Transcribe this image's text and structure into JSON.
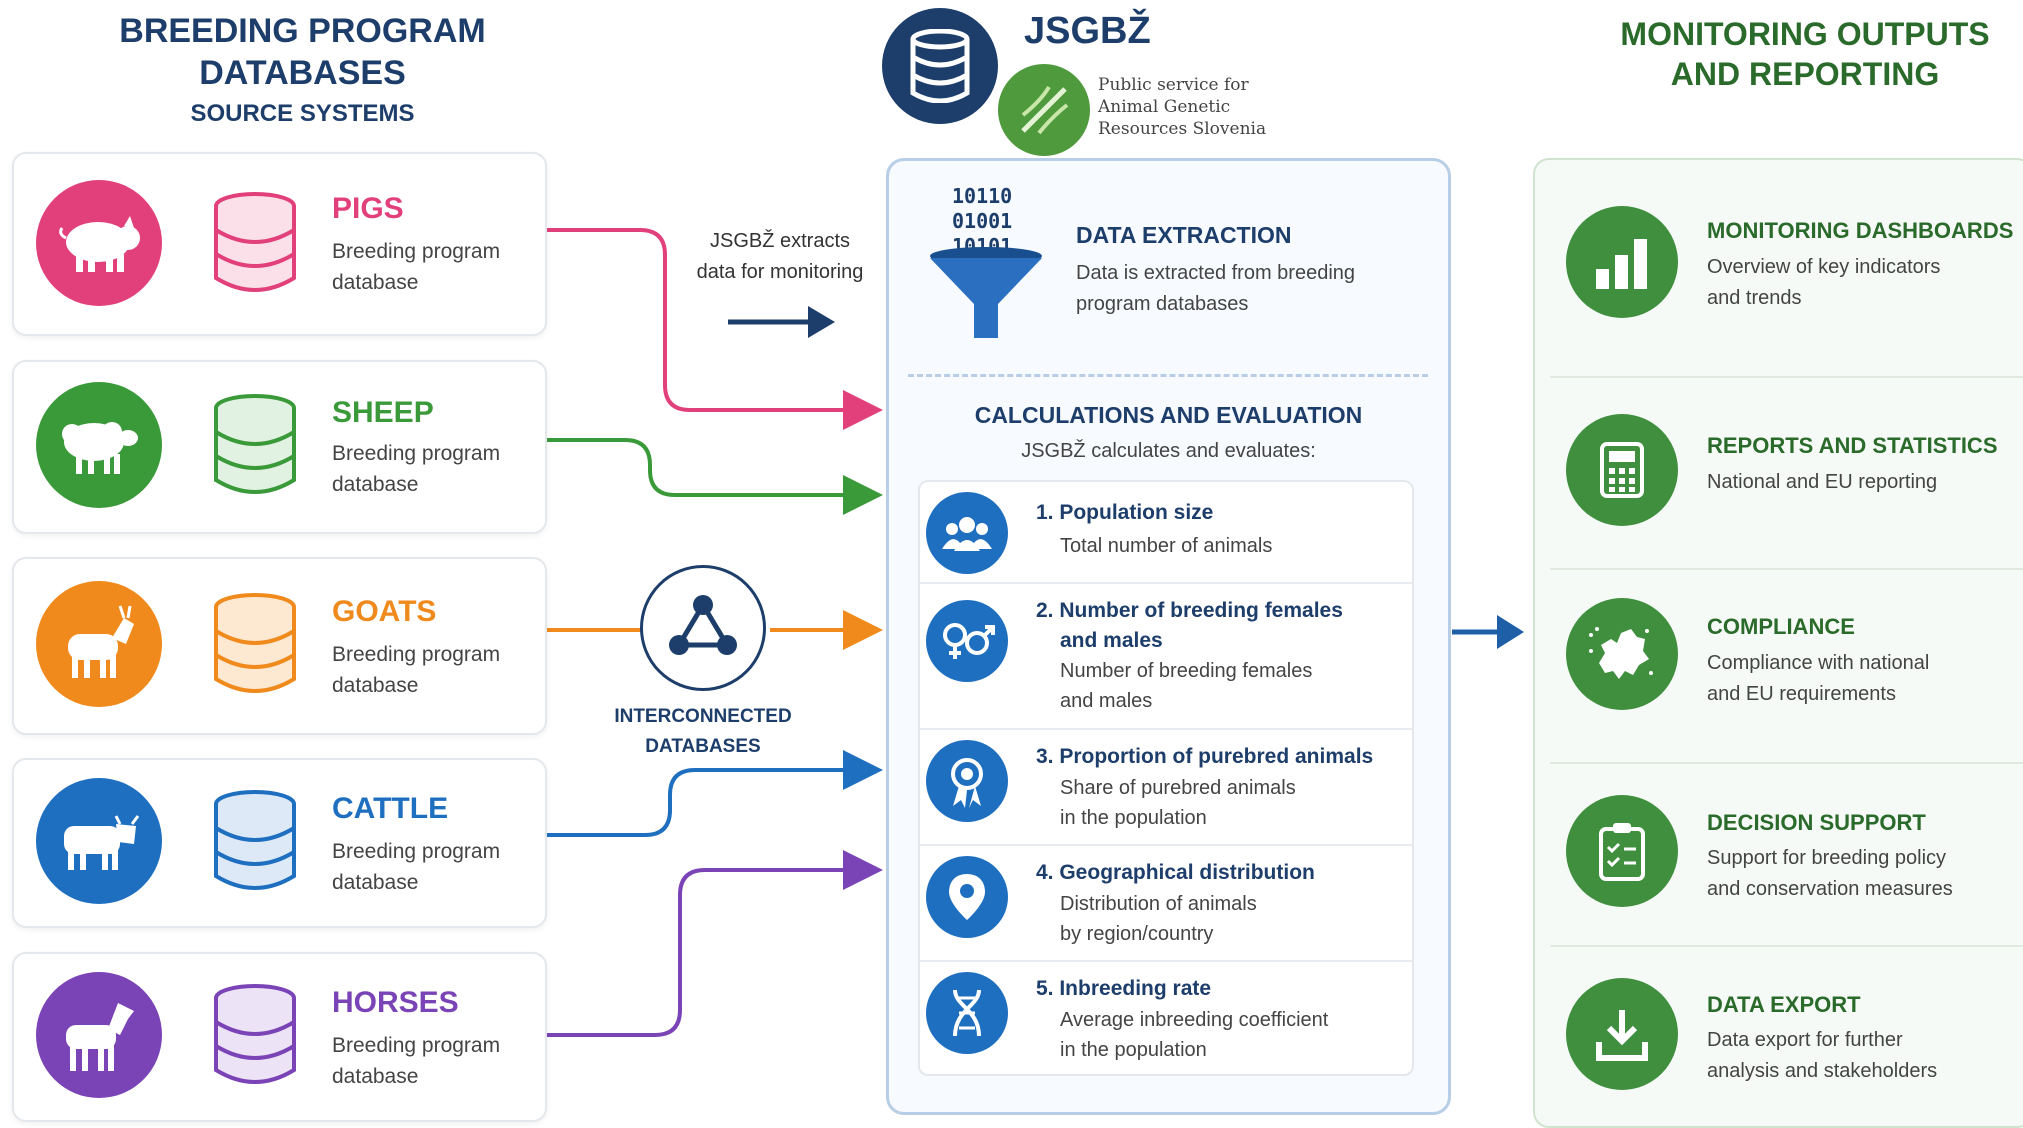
{
  "colors": {
    "navy": "#1d3d6b",
    "pigs": "#e2407a",
    "sheep": "#3a9a3a",
    "goats": "#f08a1c",
    "cattle": "#1f6fc0",
    "horses": "#7a43b6",
    "green": "#3f8f3f"
  },
  "left": {
    "title": "BREEDING PROGRAM",
    "title2": "DATABASES",
    "subtitle": "SOURCE SYSTEMS",
    "sources": [
      {
        "name": "PIGS",
        "desc1": "Breeding program",
        "desc2": "database",
        "icon": "pig-icon"
      },
      {
        "name": "SHEEP",
        "desc1": "Breeding program",
        "desc2": "database",
        "icon": "sheep-icon"
      },
      {
        "name": "GOATS",
        "desc1": "Breeding program",
        "desc2": "database",
        "icon": "goat-icon"
      },
      {
        "name": "CATTLE",
        "desc1": "Breeding program",
        "desc2": "database",
        "icon": "cow-icon"
      },
      {
        "name": "HORSES",
        "desc1": "Breeding program",
        "desc2": "database",
        "icon": "horse-icon"
      }
    ]
  },
  "extract_note": {
    "line1": "JSGBŽ extracts",
    "line2": "data for monitoring"
  },
  "interconnected": {
    "line1": "INTERCONNECTED",
    "line2": "DATABASES"
  },
  "center": {
    "brand": "JSGBŽ",
    "org_line1": "Public service for",
    "org_line2": "Animal Genetic",
    "org_line3": "Resources Slovenia",
    "binary": [
      "10110",
      "01001",
      "10101"
    ],
    "extraction_title": "DATA EXTRACTION",
    "extraction_desc1": "Data is extracted from breeding",
    "extraction_desc2": "program databases",
    "calc_title": "CALCULATIONS AND EVALUATION",
    "calc_subtitle": "JSGBŽ calculates and evaluates:",
    "metrics": [
      {
        "title": "1. Population size",
        "title2": "",
        "desc1": "Total number of animals",
        "desc2": "",
        "icon": "people-icon"
      },
      {
        "title": "2. Number of breeding females",
        "title2": "and males",
        "desc1": "Number of breeding females",
        "desc2": "and males",
        "icon": "gender-icon"
      },
      {
        "title": "3. Proportion of purebred animals",
        "title2": "",
        "desc1": "Share of purebred animals",
        "desc2": "in the population",
        "icon": "award-icon"
      },
      {
        "title": "4. Geographical distribution",
        "title2": "",
        "desc1": "Distribution of animals",
        "desc2": "by region/country",
        "icon": "location-pin-icon"
      },
      {
        "title": "5. Inbreeding rate",
        "title2": "",
        "desc1": "Average inbreeding coefficient",
        "desc2": "in the population",
        "icon": "dna-icon"
      }
    ]
  },
  "right": {
    "title": "MONITORING OUTPUTS",
    "title2": "AND REPORTING",
    "outputs": [
      {
        "title": "MONITORING DASHBOARDS",
        "desc1": "Overview of key indicators",
        "desc2": "and trends",
        "icon": "bar-chart-icon"
      },
      {
        "title": "REPORTS AND STATISTICS",
        "desc1": "National and EU reporting",
        "desc2": "",
        "icon": "calculator-icon"
      },
      {
        "title": "COMPLIANCE",
        "desc1": "Compliance with national",
        "desc2": "and EU requirements",
        "icon": "europe-map-icon"
      },
      {
        "title": "DECISION SUPPORT",
        "desc1": "Support for breeding policy",
        "desc2": "and conservation measures",
        "icon": "clipboard-check-icon"
      },
      {
        "title": "DATA EXPORT",
        "desc1": "Data export for further",
        "desc2": "analysis and stakeholders",
        "icon": "download-icon"
      }
    ]
  }
}
